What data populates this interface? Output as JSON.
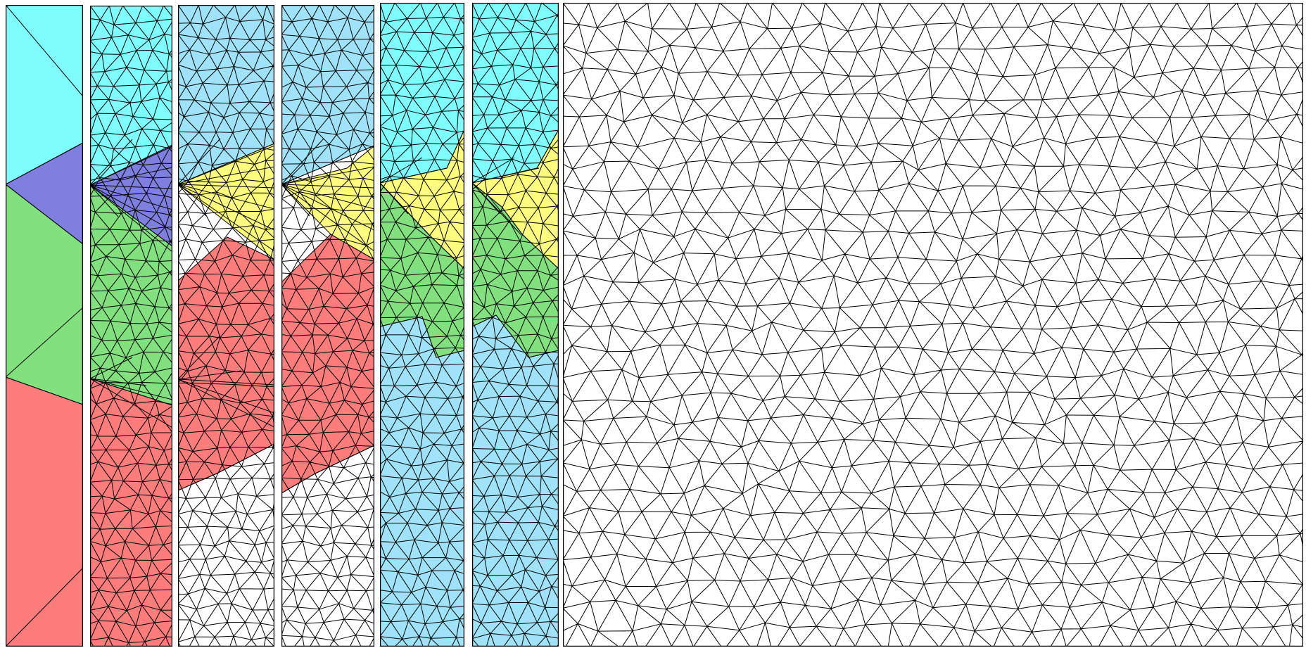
{
  "colors": {
    "cyan": "#7ffcfc",
    "lightblue": "#a0e3f8",
    "purple": "#7f7fe0",
    "green": "#82e07e",
    "red": "#fd7d7d",
    "yellow": "#fcfc7f",
    "white": "#ffffff",
    "edge": "#000000"
  },
  "panels": [
    {
      "name": "panel-coarse-partition",
      "mesh": "coarse",
      "regions": [
        {
          "name": "region-top",
          "color": "cyan"
        },
        {
          "name": "region-wedge",
          "color": "purple"
        },
        {
          "name": "region-middle",
          "color": "green"
        },
        {
          "name": "region-bottom",
          "color": "red"
        }
      ]
    },
    {
      "name": "panel-refined-stage-1",
      "mesh": "triangulated",
      "regions": [
        {
          "name": "region-top",
          "color": "cyan"
        },
        {
          "name": "region-wedge",
          "color": "purple"
        },
        {
          "name": "region-middle",
          "color": "green"
        },
        {
          "name": "region-bottom",
          "color": "red"
        }
      ]
    },
    {
      "name": "panel-refined-stage-2",
      "mesh": "triangulated",
      "regions": [
        {
          "name": "region-top",
          "color": "lightblue"
        },
        {
          "name": "region-wedge",
          "color": "yellow"
        },
        {
          "name": "region-middle",
          "color": "red"
        },
        {
          "name": "region-bottom",
          "color": "white"
        }
      ]
    },
    {
      "name": "panel-refined-stage-3",
      "mesh": "triangulated",
      "regions": [
        {
          "name": "region-top",
          "color": "lightblue"
        },
        {
          "name": "region-wedge",
          "color": "yellow"
        },
        {
          "name": "region-middle",
          "color": "red"
        },
        {
          "name": "region-bottom",
          "color": "white"
        }
      ]
    },
    {
      "name": "panel-refined-stage-4",
      "mesh": "triangulated",
      "regions": [
        {
          "name": "region-top",
          "color": "cyan"
        },
        {
          "name": "region-wedge",
          "color": "yellow"
        },
        {
          "name": "region-middle",
          "color": "green"
        },
        {
          "name": "region-bottom",
          "color": "lightblue"
        }
      ]
    },
    {
      "name": "panel-refined-stage-5",
      "mesh": "triangulated",
      "regions": [
        {
          "name": "region-top",
          "color": "cyan"
        },
        {
          "name": "region-wedge",
          "color": "yellow"
        },
        {
          "name": "region-middle",
          "color": "green"
        },
        {
          "name": "region-bottom",
          "color": "lightblue"
        }
      ]
    },
    {
      "name": "panel-full-mesh",
      "mesh": "triangulated",
      "regions": [
        {
          "name": "region-full",
          "color": "white"
        }
      ]
    }
  ]
}
